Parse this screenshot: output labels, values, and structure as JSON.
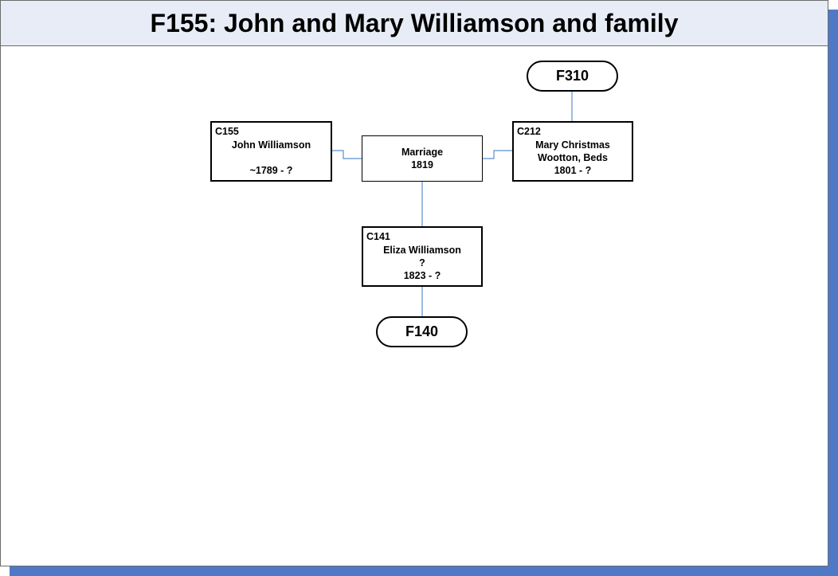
{
  "title": "F155: John and Mary Williamson and family",
  "parent_family": {
    "label": "F310"
  },
  "child_family": {
    "label": "F140"
  },
  "husband": {
    "id": "C155",
    "name": "John Williamson",
    "place": "",
    "dates": "~1789 - ?"
  },
  "wife": {
    "id": "C212",
    "name": "Mary Christmas",
    "place": "Wootton, Beds",
    "dates": "1801 - ?"
  },
  "marriage": {
    "label": "Marriage",
    "year": "1819"
  },
  "child": {
    "id": "C141",
    "name": "Eliza Williamson",
    "place": "?",
    "dates": "1823 - ?"
  },
  "colors": {
    "shadow": "#4f79c7",
    "header_bg": "#e8ecf6",
    "connector": "#5b8fd0"
  }
}
